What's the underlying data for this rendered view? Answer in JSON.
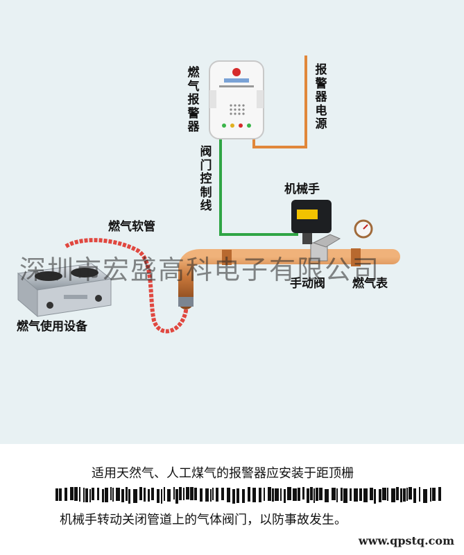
{
  "labels": {
    "alarm": "燃气报警器",
    "power": "报警器电源",
    "control_line": "阀门控制线",
    "manipulator": "机械手",
    "hose": "燃气软管",
    "manual_valve": "手动阀",
    "meter": "燃气表",
    "appliance": "燃气使用设备"
  },
  "watermark": "深圳市宏盛高科电子有限公司",
  "caption": {
    "line1": "适用天然气、人工煤气的报警器应安装于距顶栅",
    "line3": "机械手转动关闭管道上的气体阀门，以防事故发生。"
  },
  "website": "www.qpstq.com",
  "colors": {
    "background": "#e8f1f3",
    "pipe": "#c8773a",
    "hose": "#e0473f",
    "control_wire": "#2fa544",
    "power_wire": "#e0873a"
  }
}
